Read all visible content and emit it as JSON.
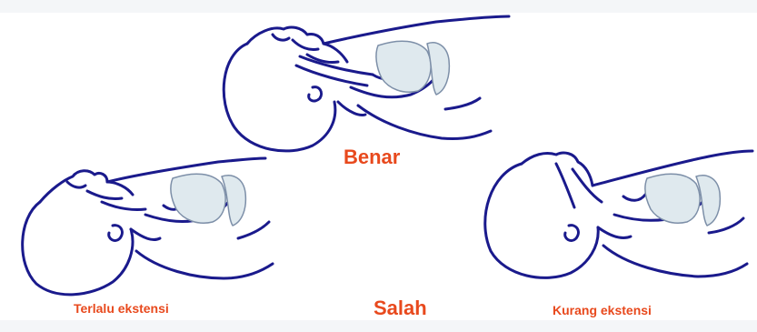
{
  "labels": {
    "correct": "Benar",
    "wrong": "Salah",
    "over_extension": "Terlalu ekstensi",
    "under_extension": "Kurang ekstensi"
  },
  "colors": {
    "outline": "#1a1a8c",
    "lung_fill": "#dfe9ee",
    "label": "#e8491d",
    "background": "#ffffff"
  },
  "figures": [
    {
      "id": "correct",
      "icon": "infant-head-neutral-position"
    },
    {
      "id": "over-extension",
      "icon": "infant-head-hyperextended"
    },
    {
      "id": "under-extension",
      "icon": "infant-head-flexed"
    }
  ]
}
